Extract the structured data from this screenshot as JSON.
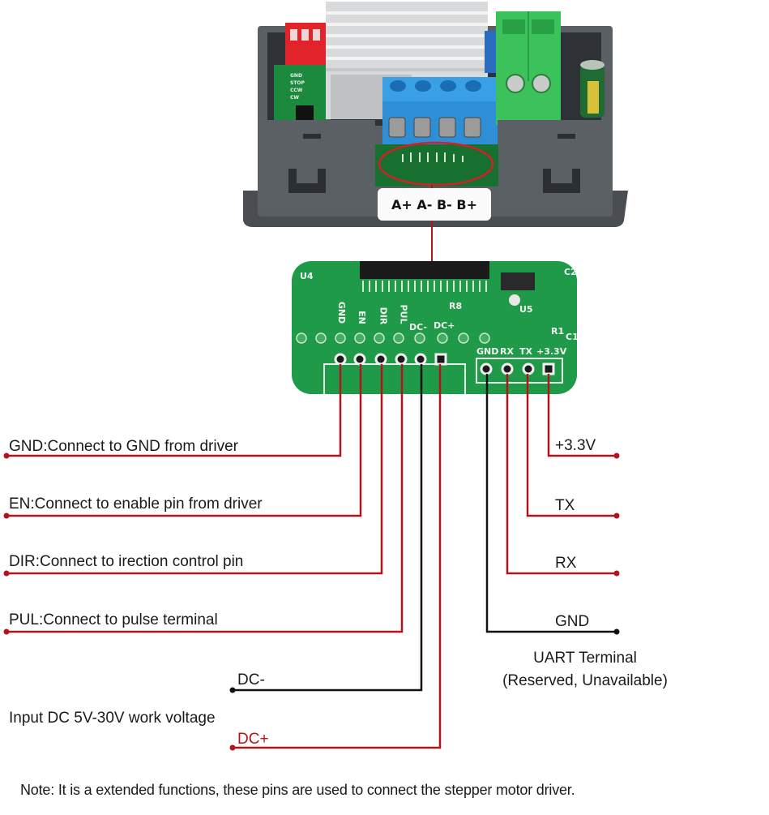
{
  "colors": {
    "wire_red": "#b3131b",
    "wire_black": "#111111",
    "pcb_green": "#1f9a48",
    "enclosure_gray": "#5d6266",
    "terminal_blue": "#2f8fd6",
    "terminal_green": "#3cc25a",
    "dip_red": "#e0242a"
  },
  "device": {
    "motor_terminal_label": "A+ A- B- B+",
    "dip_switch_labels": [
      "GND",
      "STOP",
      "CCW",
      "CW"
    ]
  },
  "board": {
    "chip_labels": [
      "U4",
      "U5",
      "R8",
      "R1",
      "C1",
      "C2"
    ],
    "driver_pins": [
      "GND",
      "EN",
      "DIR",
      "PUL",
      "DC-",
      "DC+"
    ],
    "uart_pins": [
      "GND",
      "RX",
      "TX",
      "+3.3V"
    ]
  },
  "left_connections": [
    {
      "id": "gnd",
      "label": "GND:Connect to GND from driver",
      "color": "red"
    },
    {
      "id": "en",
      "label": "EN:Connect to enable pin from driver",
      "color": "red"
    },
    {
      "id": "dir",
      "label": "DIR:Connect to irection control pin",
      "color": "red"
    },
    {
      "id": "pul",
      "label": "PUL:Connect to pulse terminal",
      "color": "red"
    }
  ],
  "power": {
    "dc_minus": "DC-",
    "dc_plus": "DC+",
    "description": "Input DC 5V-30V work voltage"
  },
  "uart": {
    "lines": [
      {
        "id": "v33",
        "label": "+3.3V",
        "color": "red"
      },
      {
        "id": "tx",
        "label": "TX",
        "color": "red"
      },
      {
        "id": "rx",
        "label": "RX",
        "color": "red"
      },
      {
        "id": "gnd",
        "label": "GND",
        "color": "black"
      }
    ],
    "title": "UART Terminal",
    "subtitle": "(Reserved, Unavailable)"
  },
  "note": "Note: It is a extended functions, these pins are used to connect the stepper motor driver."
}
